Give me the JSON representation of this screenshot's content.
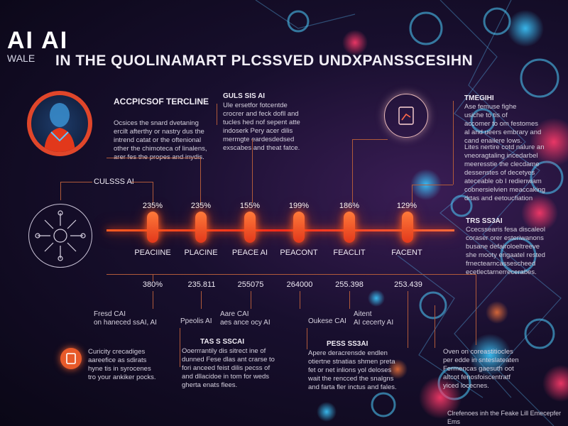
{
  "header": {
    "title": "AI AI",
    "subtitle": "WALE",
    "headline": "IN THE QUOLINAMART PLCSSVED UNDXPANSSCESIHN"
  },
  "panels": {
    "top_left": {
      "heading": "ACCPICSOF TERCLINE",
      "lines": [
        "Ocsices the snard dvetaning",
        "ercilt afterthy or nastry dus the",
        "intrend catat or the oftenional",
        "other the chimoteca of linalens,",
        "arer fes the propes and inydis."
      ]
    },
    "top_mid": {
      "heading": "GULS SIS AI",
      "lines": [
        "Ule ersetfor fotcentde",
        "crocrer and feck dofll and",
        "tucles hed nof sepent atte",
        "indoserk Pery acer dilis",
        "mermgte eardesdedsed",
        "exscabes and theat fatce."
      ]
    },
    "top_right": {
      "heading": "TMEGIHI",
      "lines": [
        "Ase femuse fighe",
        "usiche to tis of",
        "accomer to om festomes",
        "al and ueers embrary and",
        "cand enailere lows."
      ]
    },
    "right_mid": {
      "lines": [
        "Lites nertire cotd nalure an",
        "vneoragtaling incedarbel",
        "meeresstie the clecdame",
        "dessenstes of decetyes",
        "ateceable ob I redienwam",
        "cobnersielvien meaccaking",
        "drtas and eetoucfiation"
      ]
    },
    "right_mid2": {
      "heading": "TRS SS3AI",
      "lines": [
        "Ccecssearis fesa discaleol",
        "coraser orer esteriwanons",
        "busane defairoloeltreeve",
        "she mooty engaatel rested",
        "frnectearncassescheed",
        "ecetlectarnerrecerabes."
      ]
    },
    "timeline": {
      "left_label": "CULSSS AI",
      "stages": [
        {
          "pct": "235%",
          "label": "PEACIINE",
          "value": "380%"
        },
        {
          "pct": "235%",
          "label": "PLACINE",
          "value": "235.811"
        },
        {
          "pct": "155%",
          "label": "PEACE AI",
          "value": "255075"
        },
        {
          "pct": "199%",
          "label": "PEACONT",
          "value": "264000"
        },
        {
          "pct": "186%",
          "label": "FEACLIT",
          "value": "255.398"
        },
        {
          "pct": "129%",
          "label": "FACENT",
          "value": "253.439"
        }
      ]
    },
    "lower": {
      "c1": [
        "Fresd CAI",
        "on haneced ssAI, AI"
      ],
      "c2": [
        "Ppeolis AI"
      ],
      "c3": [
        "Aare CAI",
        "aes ance ocy AI"
      ],
      "c4": [
        "Oukese CAI"
      ],
      "c5": [
        "Aitent",
        "AI cecerty AI"
      ]
    },
    "bottom": {
      "left_lines": [
        "Curicity crecadiges",
        "aareefice as sdirats",
        "hyne tis in syrocenes",
        "tro your ankiker pocks."
      ],
      "mid_heading": "TAS S SSCAI",
      "mid_lines": [
        "Ooerrrantily dis sitrect ine of",
        "dunned Fese dlas ant crarse to",
        "fori anceed feist dilis pecss of",
        "and dllacidoe in tom for weds",
        "gherta enats flees."
      ],
      "mid2_heading": "PESS SS3AI",
      "mid2_lines": [
        "Apere deracrensde endlen",
        "otiertne stnatias shmen preta",
        "fet or net inlions yol deloses",
        "wait the rencced the snalgns",
        "and farta fler inctus and fales."
      ],
      "right_lines": [
        "Oven on coreastitiocles",
        "per edde in snteslateaten",
        "Fermencas gaesuth oot",
        "altcot fenosfoiscentratf",
        "yiced locecnes."
      ],
      "footer": "Clrefenoes inh the Feake Lill Emecepfer Ems"
    }
  },
  "colors": {
    "accent": "#e2381b",
    "glow": "#ff5a20",
    "line": "#b05a3a"
  },
  "icons": [
    "robot-avatar-icon",
    "gear-network-icon",
    "target-chart-icon",
    "document-icon"
  ]
}
